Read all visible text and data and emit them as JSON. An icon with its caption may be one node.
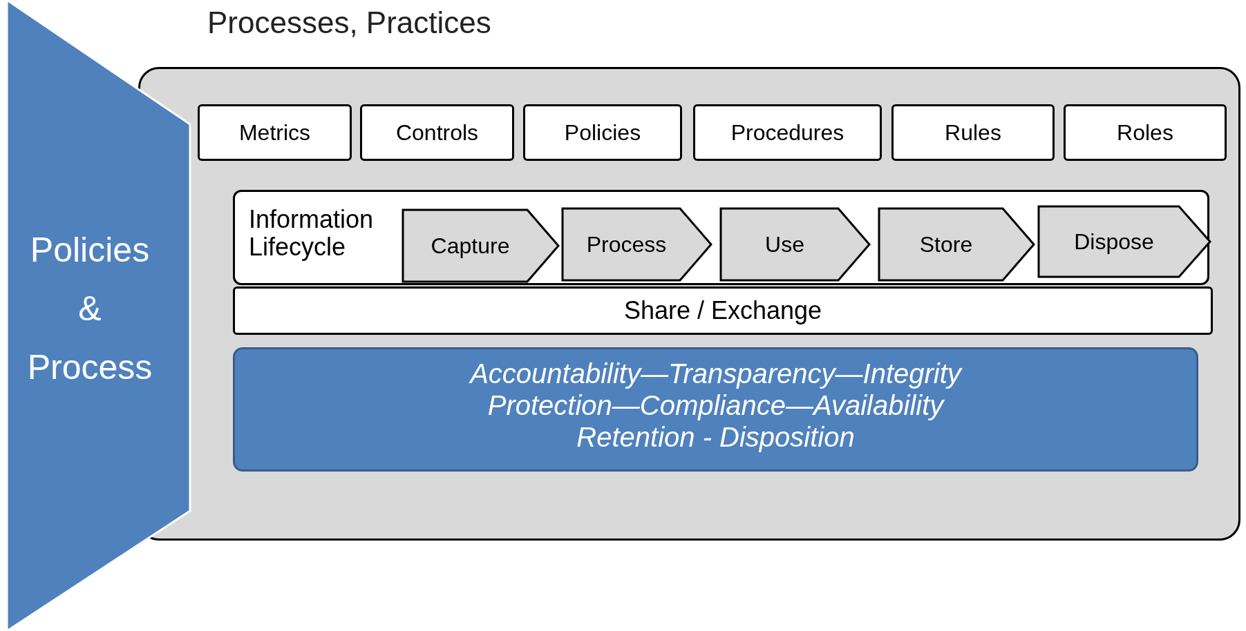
{
  "diagram": {
    "title": "Processes, Practices",
    "nodes": [
      {
        "text": [
          "Policies & Process"
        ]
      },
      {
        "text": [],
        "shape": "box"
      },
      {
        "text": [
          "Metrics"
        ],
        "in": 1
      },
      {
        "text": [
          "Controls"
        ],
        "in": 1
      },
      {
        "text": [
          "Policies"
        ],
        "in": 1
      },
      {
        "text": [
          "Procedures"
        ],
        "in": 1
      },
      {
        "text": [
          "Rules"
        ],
        "in": 1
      },
      {
        "text": [
          "Roles"
        ],
        "in": 1
      },
      {
        "text": [
          "Information Lifecycle"
        ],
        "in": 1
      },
      {
        "text": [
          "Capture"
        ],
        "in": 8
      },
      {
        "text": [
          "Process"
        ],
        "in": 8
      },
      {
        "text": [
          "Use"
        ],
        "in": 8
      },
      {
        "text": [
          "Store"
        ],
        "in": 8
      },
      {
        "text": [
          "Dispose"
        ],
        "in": 8
      },
      {
        "text": [
          "Share / Exchange"
        ],
        "in": 1
      },
      {
        "text": [
          "Accountability—Transparency—Integrity",
          "Protection—Compliance—Availability",
          "Retention - Disposition"
        ],
        "in": 1
      }
    ]
  }
}
